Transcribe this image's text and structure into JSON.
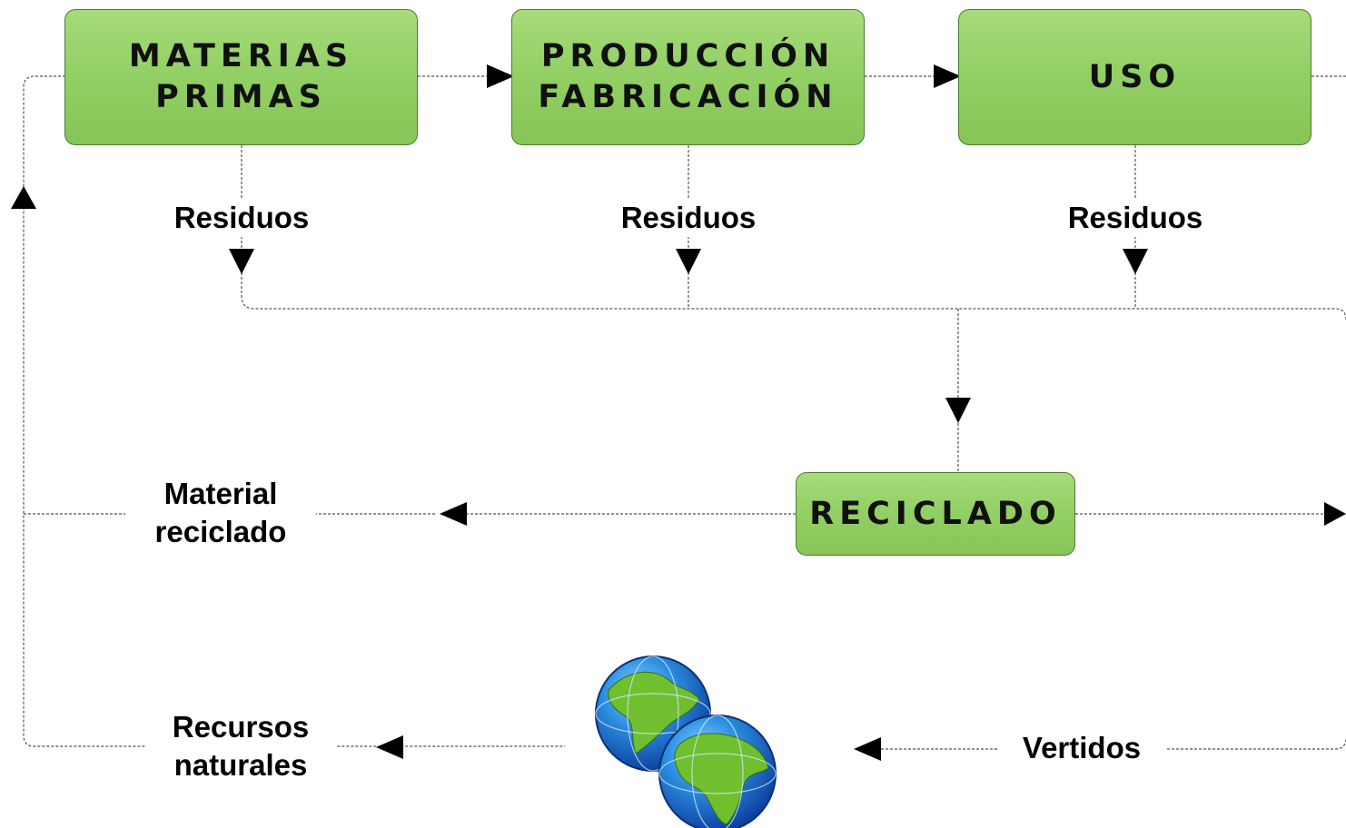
{
  "boxes": {
    "materias_primas": "MATERIAS\nPRIMAS",
    "produccion": "PRODUCCIÓN\nFABRICACIÓN",
    "uso": "USO",
    "reciclado": "RECICLADO"
  },
  "labels": {
    "residuos_1": "Residuos",
    "residuos_2": "Residuos",
    "residuos_3": "Residuos",
    "material_reciclado": "Material\nreciclado",
    "recursos_naturales": "Recursos\nnaturales",
    "vertidos": "Vertidos"
  },
  "icons": {
    "earth": "globe-icon"
  },
  "colors": {
    "box_fill": "#93d066",
    "box_border": "#4d7a33",
    "line": "#555555",
    "arrow": "#000000"
  }
}
